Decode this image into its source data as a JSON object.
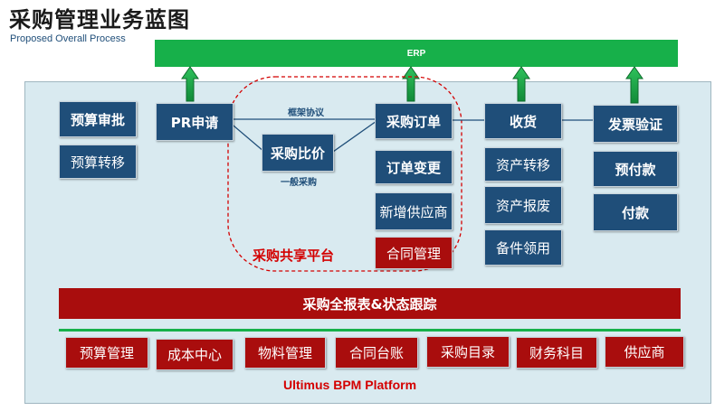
{
  "header": {
    "title": "采购管理业务蓝图",
    "subtitle": "Proposed Overall Process"
  },
  "erp": {
    "label": "ERP"
  },
  "process": {
    "budget_approval": "预算审批",
    "budget_transfer": "预算转移",
    "pr_request": "PR申请",
    "framework_agreement": "框架协议",
    "price_comparison": "采购比价",
    "general_purchase": "一般采购",
    "purchase_order": "采购订单",
    "order_change": "订单变更",
    "new_supplier": "新增供应商",
    "contract_management": "合同管理",
    "shared_platform": "采购共享平台",
    "receiving": "收货",
    "asset_transfer": "资产转移",
    "asset_scrap": "资产报废",
    "spare_parts": "备件领用",
    "invoice_verification": "发票验证",
    "prepayment": "预付款",
    "payment": "付款"
  },
  "reporting": {
    "label": "采购全报表&状态跟踪"
  },
  "modules": [
    "预算管理",
    "成本中心",
    "物料管理",
    "合同台账",
    "采购目录",
    "财务科目",
    "供应商"
  ],
  "footer": {
    "platform": "Ultimus BPM Platform"
  },
  "colors": {
    "navy": "#1f4e79",
    "dark_red": "#a90d0d",
    "green": "#17b04a",
    "panel": "#d9eaf0",
    "accent_red": "#d40000"
  }
}
